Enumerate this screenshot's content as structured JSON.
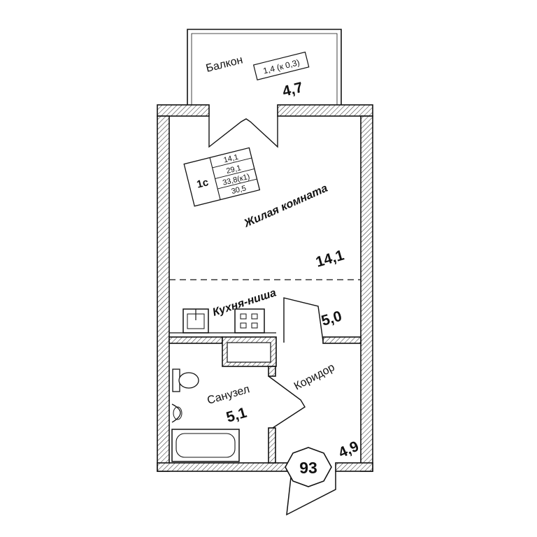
{
  "rooms": {
    "balcony": {
      "name": "Балкон",
      "coef": "1,4 (к 0,3)",
      "area": "4,7"
    },
    "living": {
      "name": "Жилая комната",
      "area": "14,1"
    },
    "kitchen": {
      "name": "Кухня-ниша",
      "area": "5,0"
    },
    "bathroom": {
      "name": "Санузел",
      "area": "5,1"
    },
    "corridor": {
      "name": "Коридор",
      "area": "4,9"
    }
  },
  "summary": {
    "type": "1с",
    "rows": [
      "14,1",
      "29,1",
      "33,8(к1)",
      "30,5"
    ]
  },
  "apartment_number": "93"
}
